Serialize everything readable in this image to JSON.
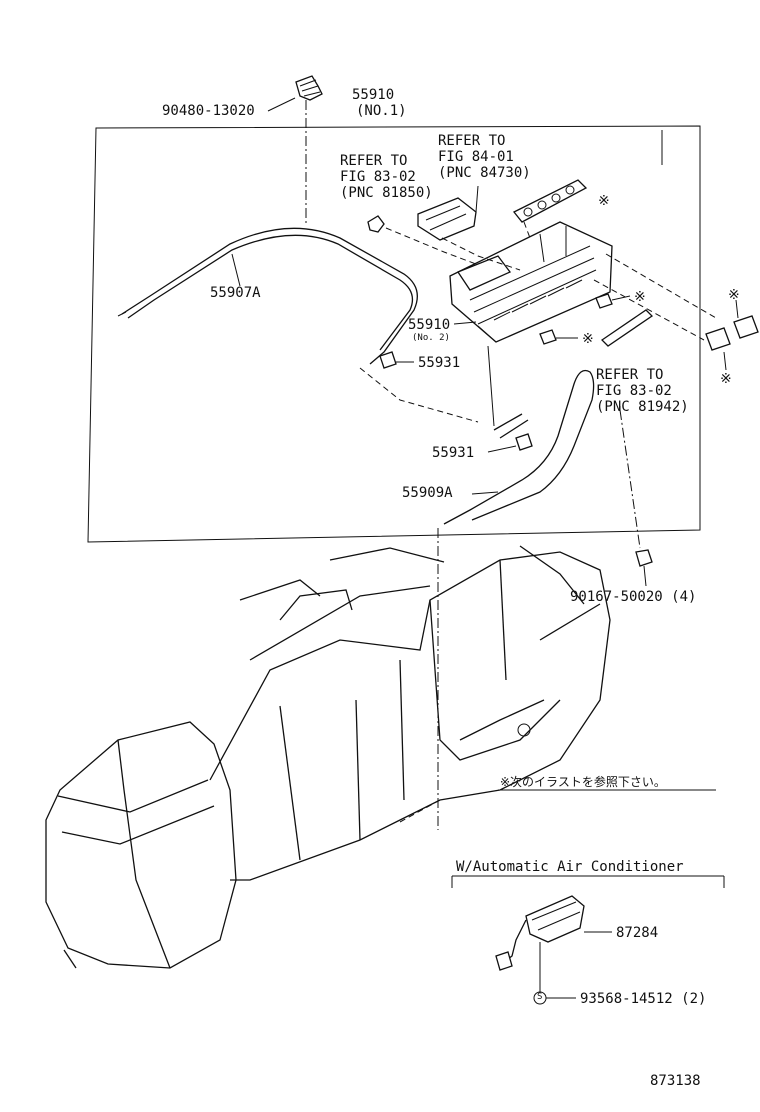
{
  "labels": {
    "p90480": "90480-13020",
    "p55910_1": "55910",
    "p55910_1_sub": "(NO.1)",
    "ref84_line1": "REFER TO",
    "ref84_line2": "FIG 84-01",
    "ref84_line3": "(PNC 84730)",
    "ref8302a_line1": "REFER TO",
    "ref8302a_line2": "FIG 83-02",
    "ref8302a_line3": "(PNC 81850)",
    "p55907a": "55907A",
    "p55910_2": "55910",
    "p55910_2_sub": "(No. 2)",
    "p55931_a": "55931",
    "ref8302b_line1": "REFER TO",
    "ref8302b_line2": "FIG 83-02",
    "ref8302b_line3": "(PNC 81942)",
    "p55931_b": "55931",
    "p55909a": "55909A",
    "p90167": "90167-50020 (4)",
    "note_jp": "※次のイラストを参照下さい。",
    "auto_ac": "W/Automatic Air Conditioner",
    "p87284": "87284",
    "p93568": "93568-14512 (2)",
    "s_mark": "S",
    "diagram_no": "873138",
    "mark": "※"
  }
}
